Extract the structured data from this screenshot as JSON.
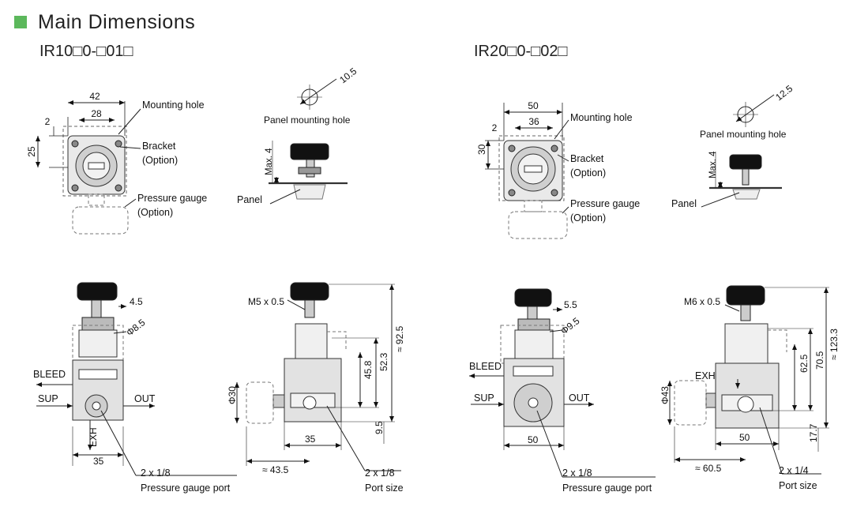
{
  "header": {
    "title": "Main Dimensions",
    "accent_color": "#5cb85c"
  },
  "models": {
    "left": "IR10□0-□01□",
    "right": "IR20□0-□02□"
  },
  "left": {
    "top_width": "42",
    "top_inner": "28",
    "top_gap": "2",
    "top_height": "25",
    "mounting_hole": "Mounting hole",
    "bracket": "Bracket",
    "option": "(Option)",
    "pressure_gauge": "Pressure gauge",
    "option2": "(Option)",
    "panel_hole_dia": "10.5",
    "panel_hole_label": "Panel mounting hole",
    "max4": "Max. 4",
    "panel": "Panel",
    "front_45": "4.5",
    "front_phi": "Φ8.5",
    "bleed": "BLEED",
    "sup": "SUP",
    "out": "OUT",
    "exh": "EXH",
    "front_width": "35",
    "port_gauge": "2 x 1/8",
    "port_gauge_label": "Pressure gauge port",
    "side_thread": "M5 x 0.5",
    "side_925": "≈ 92.5",
    "side_523": "52.3",
    "side_458": "45.8",
    "side_95": "9.5",
    "side_phi30": "Φ30",
    "side_35": "35",
    "side_435": "≈ 43.5",
    "port_size": "2 x 1/8",
    "port_size_label": "Port size"
  },
  "right": {
    "top_width": "50",
    "top_inner": "36",
    "top_gap": "2",
    "top_height": "30",
    "mounting_hole": "Mounting hole",
    "bracket": "Bracket",
    "option": "(Option)",
    "pressure_gauge": "Pressure gauge",
    "option2": "(Option)",
    "panel_hole_dia": "12.5",
    "panel_hole_label": "Panel mounting hole",
    "max4": "Max. 4",
    "panel": "Panel",
    "front_55": "5.5",
    "front_phi": "Φ9.5",
    "bleed": "BLEED",
    "sup": "SUP",
    "out": "OUT",
    "front_width": "50",
    "port_gauge": "2 x 1/8",
    "port_gauge_label": "Pressure gauge port",
    "side_thread": "M6 x 0.5",
    "exh": "EXH",
    "side_1233": "≈ 123.3",
    "side_705": "70.5",
    "side_625": "62.5",
    "side_177": "17.7",
    "side_phi43": "Φ43",
    "side_50": "50",
    "side_605": "≈ 60.5",
    "port_size": "2 x 1/4",
    "port_size_label": "Port size"
  }
}
